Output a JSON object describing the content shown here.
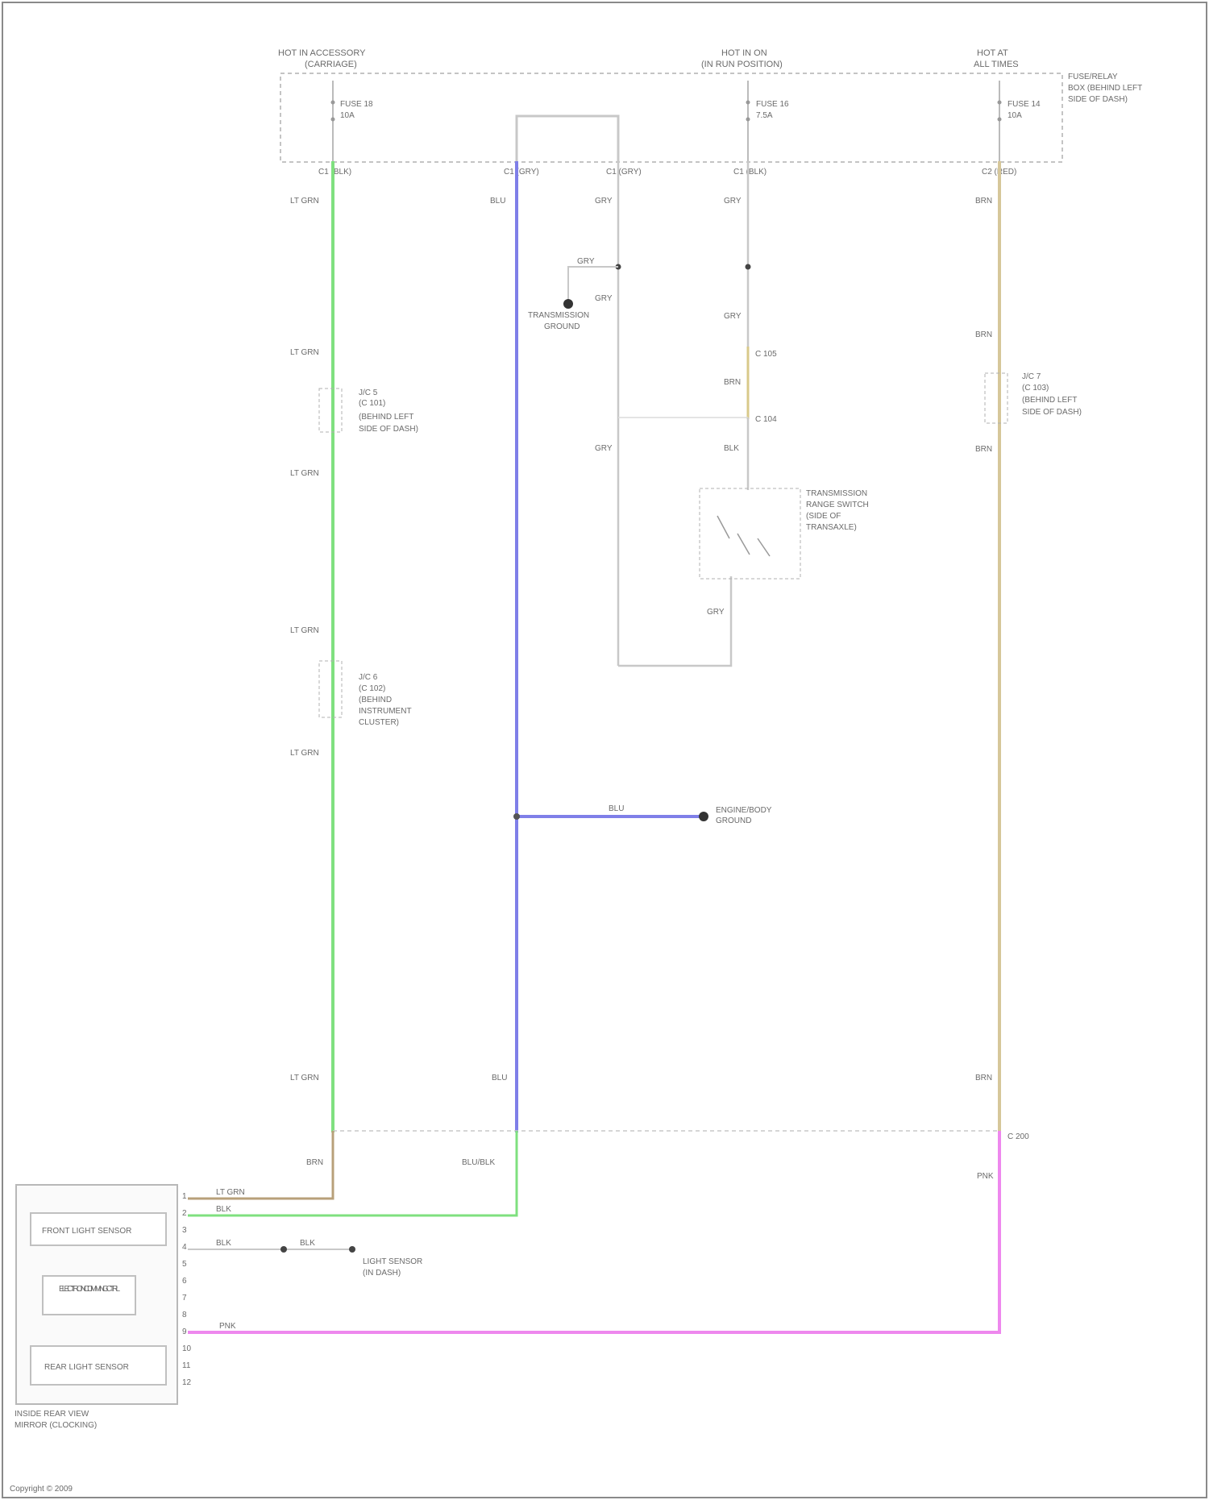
{
  "fuse_box": {
    "header_left": [
      "HOT IN ACCESSORY",
      "(CARRIAGE)"
    ],
    "header_mid": [
      "HOT IN ON",
      "(IN RUN POSITION)"
    ],
    "header_right": [
      "HOT AT",
      "ALL TIMES"
    ],
    "side_label": [
      "FUSE/RELAY",
      "BOX (BEHIND LEFT",
      "SIDE OF DASH)"
    ],
    "fuse_left": [
      "FUSE 18",
      "10A"
    ],
    "fuse_mid": [
      "FUSE 16",
      "7.5A"
    ],
    "fuse_right": [
      "FUSE 14",
      "10A"
    ],
    "terminals": [
      "C1 (BLK)",
      "C1 (GRY)",
      "C1 (GRY)",
      "C1 (BLK)",
      "C2 (RED)"
    ]
  },
  "wire_labels": {
    "green_top": "LT GRN",
    "green_mid1": "LT GRN",
    "green_mid2": "LT GRN",
    "green_mid3": "LT GRN",
    "green_mid4": "LT GRN",
    "green_bottom": "LT GRN",
    "blue_top": "BLU",
    "blue_bottom": "BLU",
    "blue_branch": "BLU",
    "gray_left": "GRY",
    "gray_right": "GRY",
    "gray_split": "GRY",
    "gray_split2": "GRY",
    "gray_mid": "GRY",
    "gray_low_left": "GRY",
    "gray_low_right": "BLK",
    "gray_bottom": "GRY",
    "yellow_mid": "BRN",
    "tan_top": "BRN",
    "tan_mid1": "BRN",
    "tan_mid2": "BRN",
    "tan_bottom": "BRN",
    "pink_top": "PNK",
    "pink_bottom": "PNK",
    "brn_module": "BRN",
    "ltgrn_module": "LT GRN",
    "blk_module": "BLK",
    "blk_module2": "BLK",
    "blue_module": "BLU/BLK"
  },
  "connectors": {
    "c1": [
      "J/C 5",
      "(C 101)",
      "(BEHIND LEFT",
      "SIDE OF DASH)"
    ],
    "c2": [
      "J/C 6",
      "(C 102)",
      "(BEHIND",
      "INSTRUMENT",
      "CLUSTER)"
    ],
    "c3": [
      "J/C 7",
      "(C 103)",
      "(BEHIND LEFT",
      "SIDE OF DASH)"
    ],
    "c_small": "C 105",
    "c_small2": "C 104"
  },
  "components": {
    "trans_ground": [
      "TRANSMISSION",
      "GROUND"
    ],
    "range_switch": [
      "TRANSMISSION",
      "RANGE SWITCH",
      "(SIDE OF",
      "TRANSAXLE)"
    ],
    "mid_ground": [
      "ENGINE/BODY",
      "GROUND"
    ],
    "light_sensor": [
      "LIGHT SENSOR",
      "(IN DASH)"
    ],
    "module_title": [
      "INSIDE REAR VIEW",
      "MIRROR (CLOCKING)"
    ],
    "module_boxes": [
      "FRONT LIGHT SENSOR",
      "ELECTRONIC DIMMING CTRL",
      "REAR LIGHT SENSOR"
    ],
    "bottom_connector": "C 200",
    "footer": "Copyright © 2009"
  },
  "module_pins": [
    "1",
    "2",
    "3",
    "4",
    "5",
    "6",
    "7",
    "8",
    "9",
    "10",
    "11",
    "12"
  ],
  "colors": {
    "green": "#7fe07f",
    "blue": "#7f7fe8",
    "pink": "#ee88ee",
    "tan": "#d6c79a",
    "brown": "#b8a07a",
    "gray": "#c8c8c8",
    "yellow": "#d8c98a"
  }
}
